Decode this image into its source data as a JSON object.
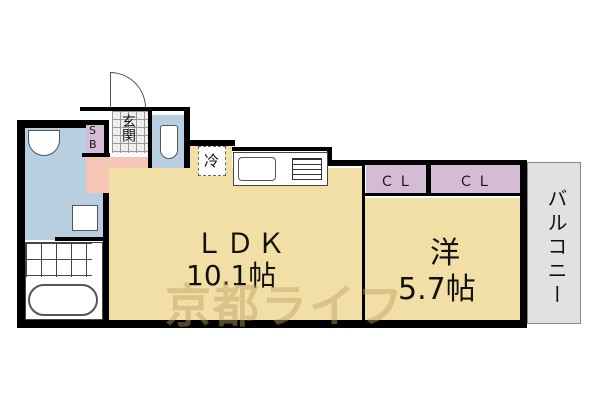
{
  "floorplan": {
    "rooms": {
      "ldk": {
        "name": "ＬＤＫ",
        "size": "10.1帖"
      },
      "western": {
        "name": "洋",
        "size": "5.7帖"
      },
      "closet1": {
        "label": "ＣＬ"
      },
      "closet2": {
        "label": "ＣＬ"
      },
      "balcony": {
        "label": "バルコニー"
      },
      "entrance": {
        "label": "玄関"
      },
      "shoe_box": {
        "label": "SB"
      },
      "fridge": {
        "label": "冷"
      }
    },
    "watermark": "京都ライフ",
    "colors": {
      "ldk": "#f2dfa6",
      "wash": "#b7cfe0",
      "closet": "#d4bcd6",
      "balcony": "#e1e1e1",
      "entry_floor": "#f5c6b4",
      "wall": "#000000"
    }
  }
}
